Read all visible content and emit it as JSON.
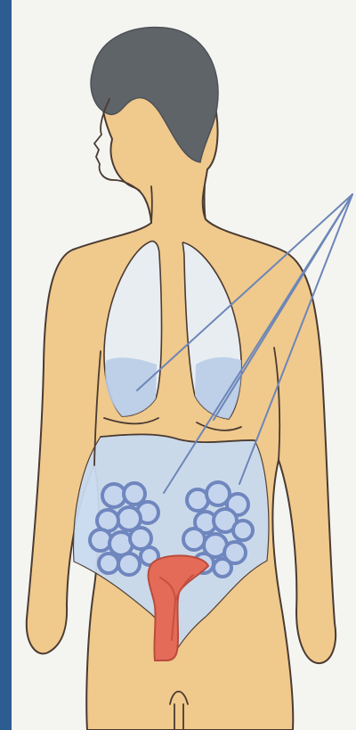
{
  "colors": {
    "frame_band": "#2d5c91",
    "background": "#f4f5f1",
    "skin": "#f0c98c",
    "outline": "#4a3b32",
    "hair": "#5f6469",
    "lungs": "#e8edf2",
    "fluid_blue": "#b8cce7",
    "abdomen_blue": "#c9daf0",
    "ovary_outline": "#6f86be",
    "uterus": "#e46b58",
    "pointer_lines": "#6d86b8"
  },
  "icons": {
    "figure": "female-anatomy-diagram"
  },
  "pointers": [
    {
      "target": "pleural-fluid"
    },
    {
      "target": "liver-side-fluid"
    },
    {
      "target": "peritoneal-fluid"
    },
    {
      "target": "ovary-area"
    }
  ]
}
